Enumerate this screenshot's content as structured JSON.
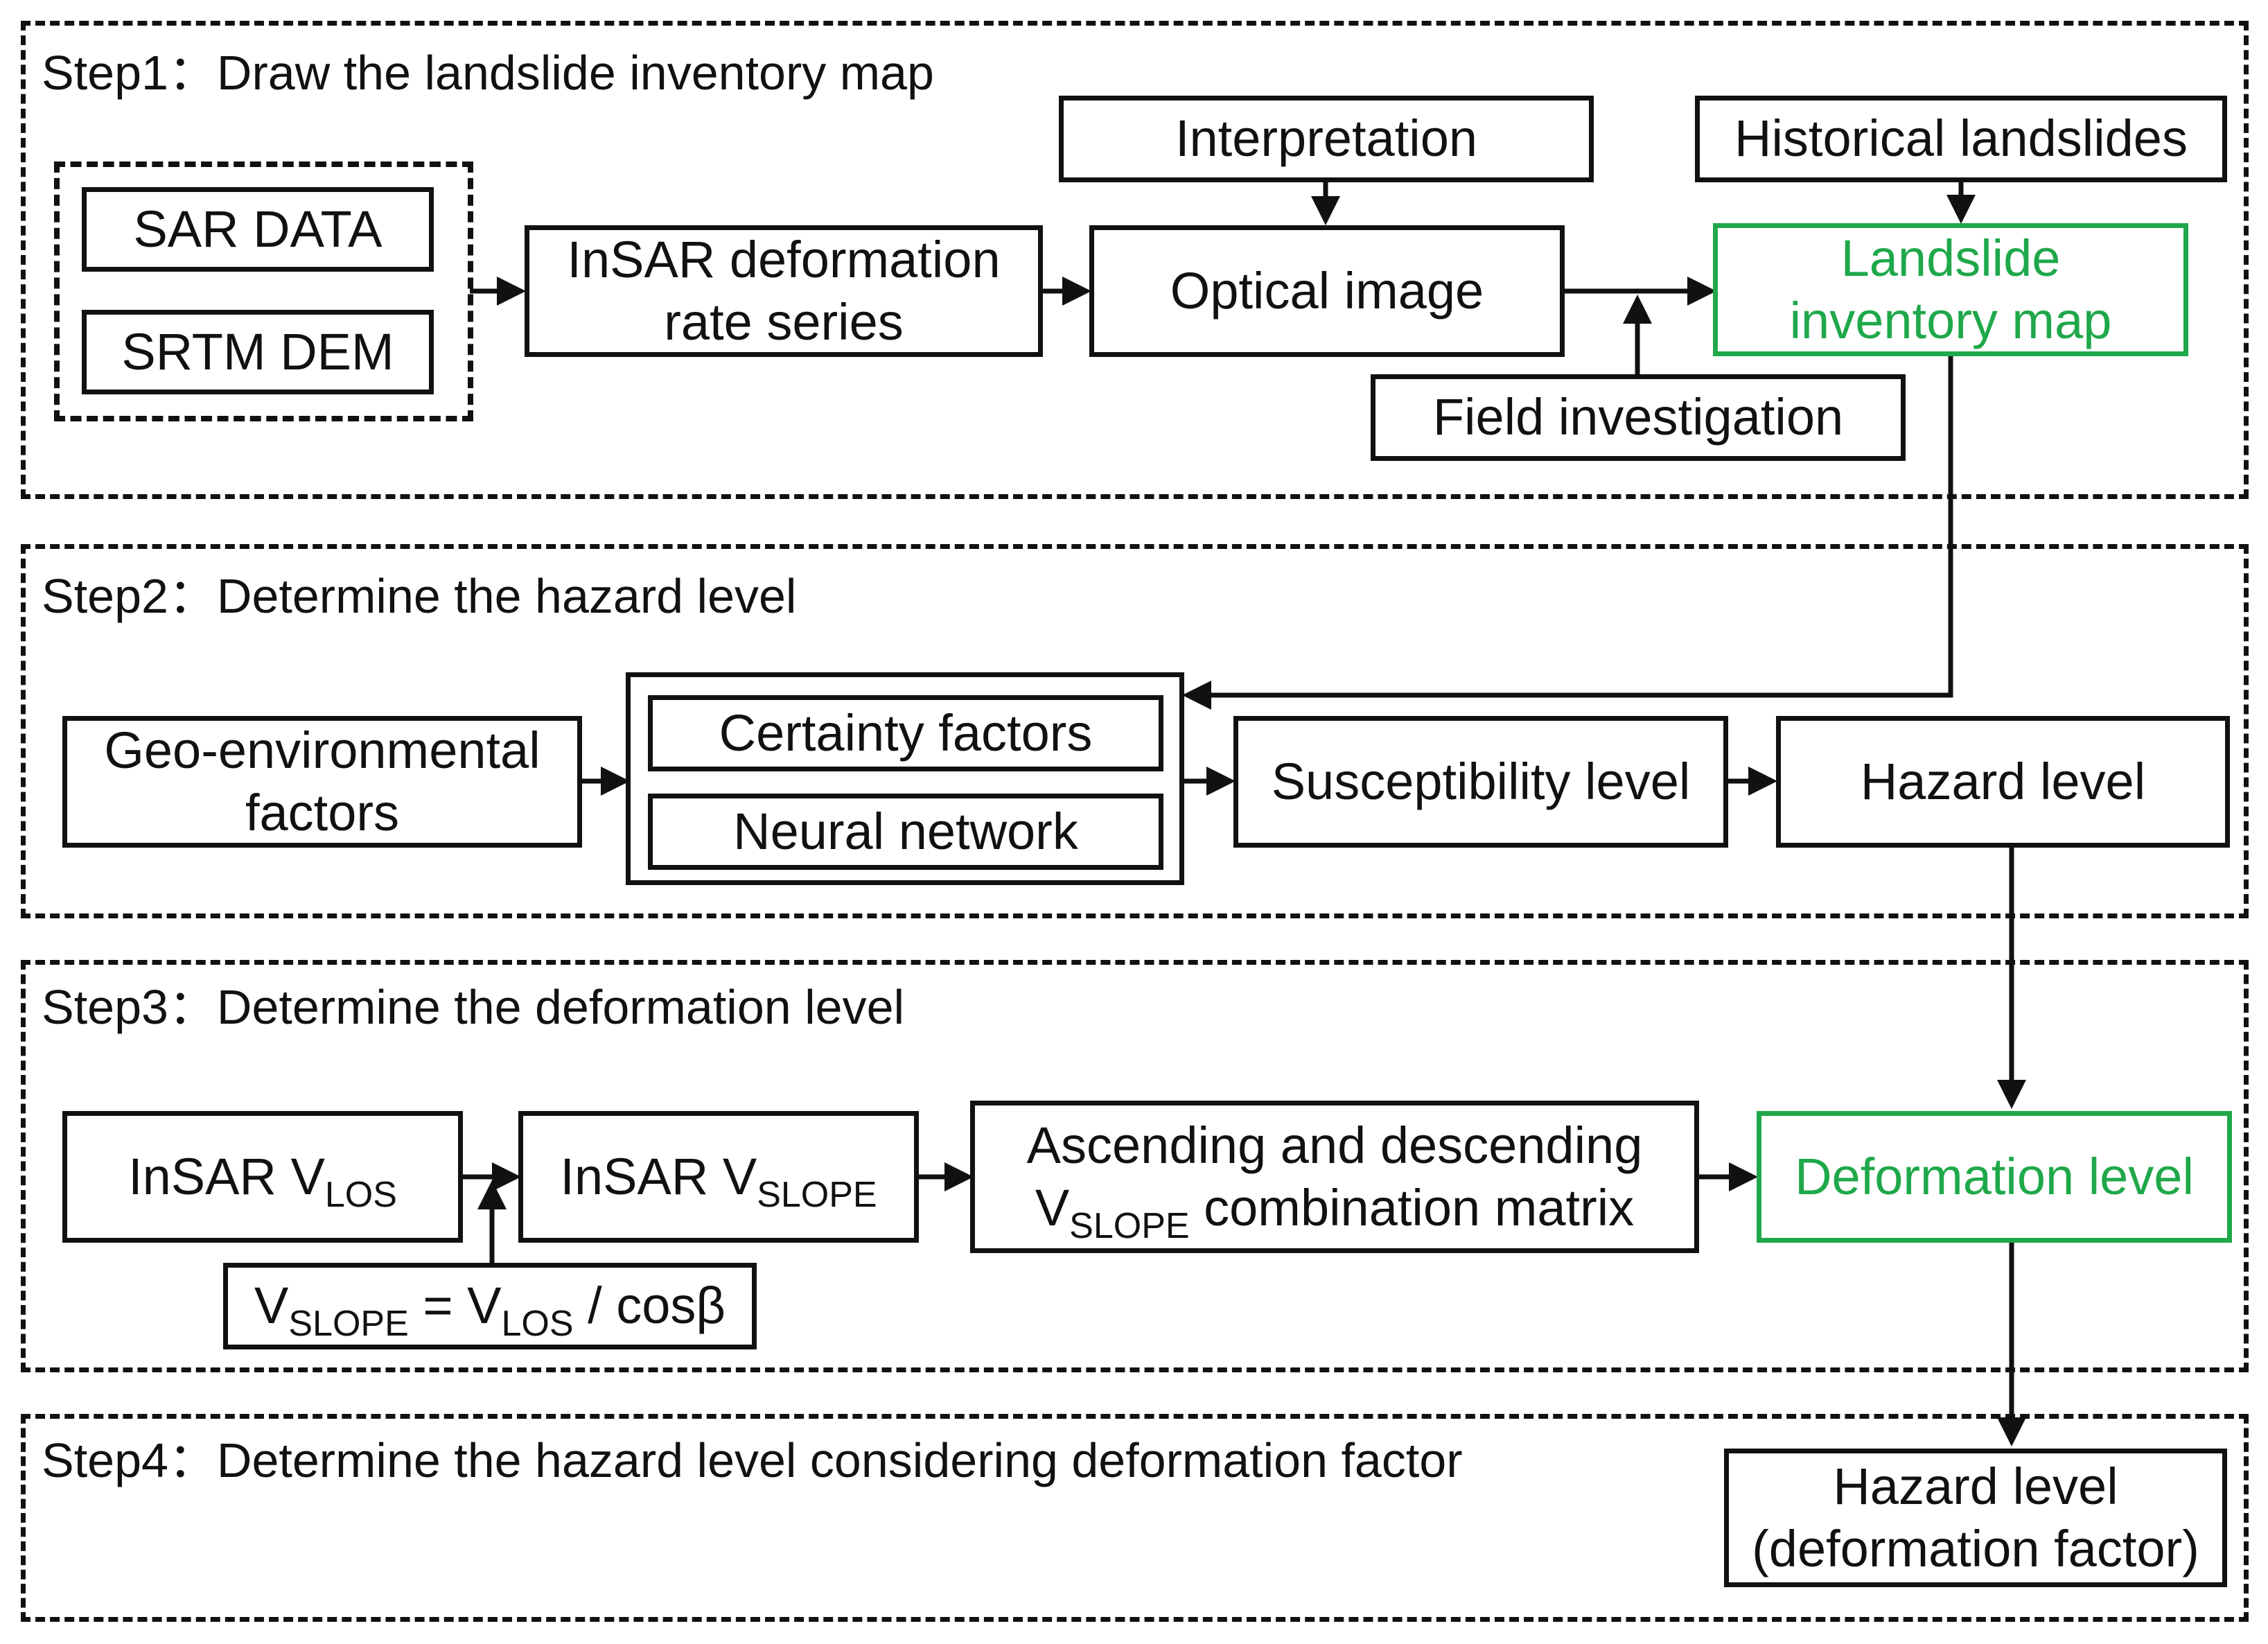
{
  "steps": {
    "step1": "Step1：Draw the landslide inventory map",
    "step2": "Step2：Determine the hazard level",
    "step3": "Step3：Determine the deformation level",
    "step4": "Step4：Determine the hazard level considering deformation factor"
  },
  "nodes": {
    "sar_data": "SAR DATA",
    "srtm_dem": "SRTM DEM",
    "insar_rate_1": "InSAR deformation",
    "insar_rate_2": "rate series",
    "interpretation": "Interpretation",
    "optical_image": "Optical image",
    "historical": "Historical landslides",
    "field": "Field investigation",
    "inventory_1": "Landslide",
    "inventory_2": "inventory map",
    "geo_1": "Geo-environmental",
    "geo_2": "factors",
    "certainty": "Certainty factors",
    "neural": "Neural network",
    "susceptibility": "Susceptibility level",
    "hazard": "Hazard level",
    "insar_v": "InSAR V",
    "sub_los": "LOS",
    "sub_slope": "SLOPE",
    "ascending_1": "Ascending and descending",
    "v_letter": "V",
    "combination": " combination matrix",
    "deformation": "Deformation level",
    "formula_eq": " = V",
    "formula_cos": " / cosβ",
    "hazard_def_1": "Hazard level",
    "hazard_def_2": "(deformation factor)"
  },
  "colors": {
    "highlight": "#1fa84a",
    "stroke": "#111111"
  }
}
